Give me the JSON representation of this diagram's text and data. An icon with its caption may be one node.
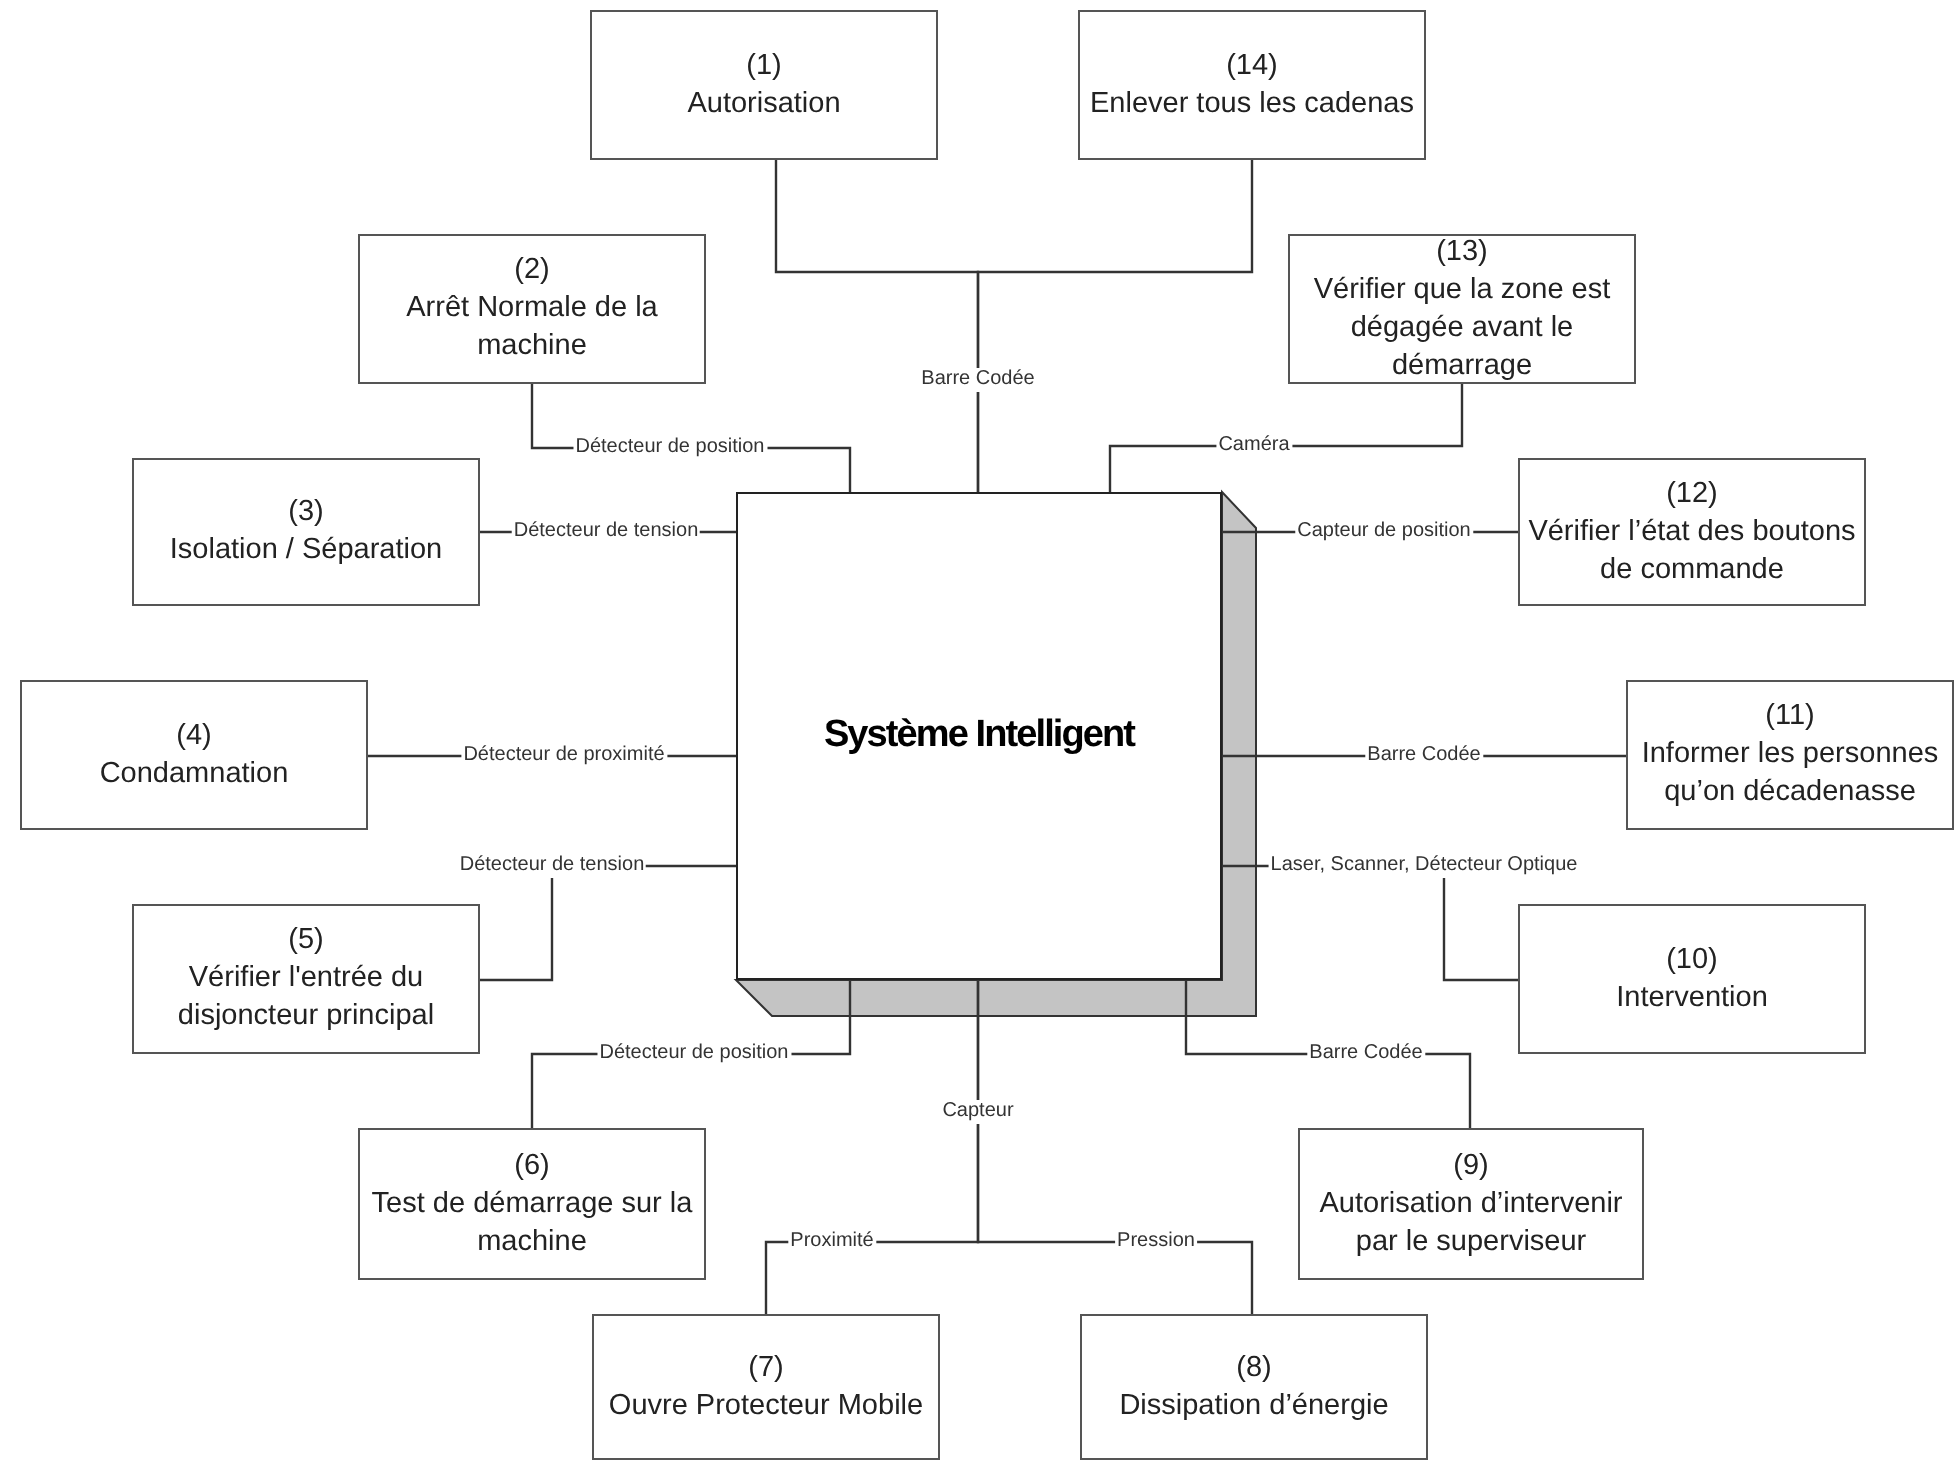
{
  "diagram": {
    "nodes": [
      {
        "text": [
          "Système Intelligent"
        ]
      },
      {
        "text": [
          "(1)",
          "Autorisation"
        ]
      },
      {
        "text": [
          "(2)",
          "Arrêt Normale de la machine"
        ]
      },
      {
        "text": [
          "(3)",
          "Isolation / Séparation"
        ]
      },
      {
        "text": [
          "(4)",
          "Condamnation"
        ]
      },
      {
        "text": [
          "(5)",
          "Vérifier l'entrée du disjoncteur principal"
        ]
      },
      {
        "text": [
          "(6)",
          "Test de démarrage sur la machine"
        ]
      },
      {
        "text": [
          "(7)",
          "Ouvre Protecteur Mobile"
        ]
      },
      {
        "text": [
          "(8)",
          "Dissipation d’énergie"
        ]
      },
      {
        "text": [
          "(9)",
          "Autorisation d’intervenir par le superviseur"
        ]
      },
      {
        "text": [
          "(10)",
          "Intervention"
        ]
      },
      {
        "text": [
          "(11)",
          "Informer les personnes qu’on décadenasse"
        ]
      },
      {
        "text": [
          "(12)",
          "Vérifier l’état des boutons de commande"
        ]
      },
      {
        "text": [
          "(13)",
          "Vérifier que la zone est dégagée avant le démarrage"
        ]
      },
      {
        "text": [
          "(14)",
          "Enlever tous les cadenas"
        ]
      }
    ],
    "edges": [
      {
        "from": 1,
        "to": 0,
        "arrow": "none",
        "label": "Barre Codée"
      },
      {
        "from": 2,
        "to": 0,
        "arrow": "none",
        "label": "Détecteur de position"
      },
      {
        "from": 3,
        "to": 0,
        "arrow": "none",
        "label": "Détecteur de tension"
      },
      {
        "from": 4,
        "to": 0,
        "arrow": "none",
        "label": "Détecteur de proximité"
      },
      {
        "from": 5,
        "to": 0,
        "arrow": "none",
        "label": "Détecteur de tension"
      },
      {
        "from": 6,
        "to": 0,
        "arrow": "none",
        "label": "Détecteur de position"
      },
      {
        "from": 7,
        "to": 0,
        "arrow": "none",
        "label": "Proximité"
      },
      {
        "from": 8,
        "to": 0,
        "arrow": "none",
        "label": "Pression"
      },
      {
        "from": 9,
        "to": 0,
        "arrow": "none",
        "label": "Barre Codée"
      },
      {
        "from": 10,
        "to": 0,
        "arrow": "none",
        "label": "Laser, Scanner, Détecteur Optique"
      },
      {
        "from": 11,
        "to": 0,
        "arrow": "none",
        "label": "Barre Codée"
      },
      {
        "from": 12,
        "to": 0,
        "arrow": "none",
        "label": "Capteur de position"
      },
      {
        "from": 13,
        "to": 0,
        "arrow": "none",
        "label": "Caméra"
      },
      {
        "from": 14,
        "to": 0,
        "arrow": "none"
      }
    ],
    "labels": [
      "Capteur"
    ]
  }
}
